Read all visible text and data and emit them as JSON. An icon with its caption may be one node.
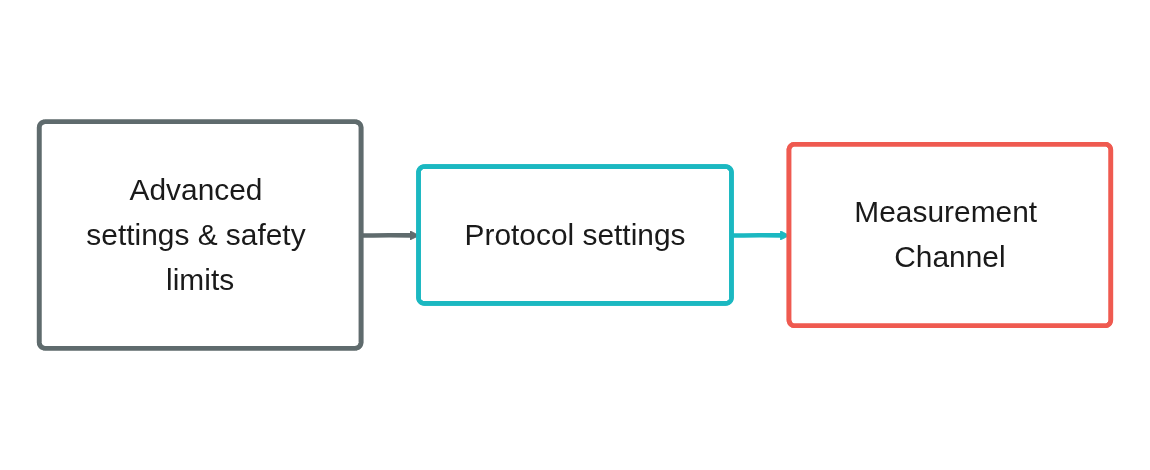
{
  "diagram": {
    "nodes": [
      {
        "text": [
          "Advanced settings & safety limits"
        ]
      },
      {
        "text": [
          "Protocol settings"
        ]
      },
      {
        "text": [
          "Measurement Channel"
        ]
      }
    ],
    "edges": [
      {
        "from": 0,
        "to": 1,
        "arrow": "to",
        "color": "#5f6b6d"
      },
      {
        "from": 1,
        "to": 2,
        "arrow": "to",
        "color": "#1bb8c1"
      }
    ]
  }
}
